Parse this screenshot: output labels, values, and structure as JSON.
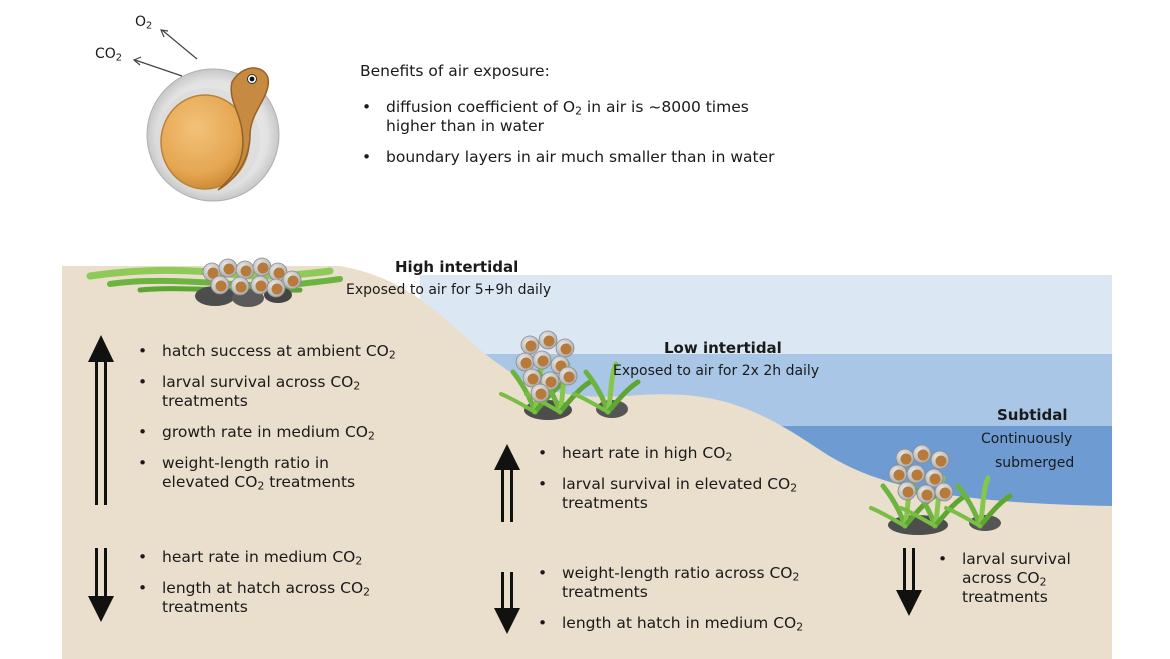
{
  "egg_labels": {
    "o2": "O",
    "o2_sub": "2",
    "co2": "CO",
    "co2_sub": "2"
  },
  "benefits": {
    "heading": "Benefits of air exposure:",
    "items": [
      {
        "lines": [
          {
            "pre": "diffusion coefficient of O",
            "sub": "2",
            "post": " in air is ~8000 times"
          },
          {
            "pre": "higher than in water"
          }
        ]
      },
      {
        "lines": [
          {
            "pre": "boundary layers in air much smaller than in water"
          }
        ]
      }
    ]
  },
  "zones": {
    "high": {
      "title": "High intertidal",
      "subtitle": "Exposed to air for 5+9h daily"
    },
    "low": {
      "title": "Low intertidal",
      "subtitle": "Exposed to air for 2x 2h daily"
    },
    "subtidal": {
      "title": "Subtidal",
      "subtitle_line1": "Continuously",
      "subtitle_line2": "submerged"
    }
  },
  "effects": {
    "high_up": [
      {
        "lines": [
          {
            "pre": "hatch success at ambient CO",
            "sub": "2"
          }
        ]
      },
      {
        "lines": [
          {
            "pre": "larval survival across CO",
            "sub": "2"
          },
          {
            "pre": "treatments"
          }
        ]
      },
      {
        "lines": [
          {
            "pre": "growth rate in medium CO",
            "sub": "2"
          }
        ]
      },
      {
        "lines": [
          {
            "pre": "weight-length ratio in"
          },
          {
            "pre": "elevated CO",
            "sub": "2",
            "post": " treatments"
          }
        ]
      }
    ],
    "high_down": [
      {
        "lines": [
          {
            "pre": "heart rate in medium CO",
            "sub": "2"
          }
        ]
      },
      {
        "lines": [
          {
            "pre": "length at hatch across CO",
            "sub": "2"
          },
          {
            "pre": "treatments"
          }
        ]
      }
    ],
    "low_up": [
      {
        "lines": [
          {
            "pre": "heart rate in high CO",
            "sub": "2"
          }
        ]
      },
      {
        "lines": [
          {
            "pre": "larval survival in elevated CO",
            "sub": "2"
          },
          {
            "pre": "treatments"
          }
        ]
      }
    ],
    "low_down": [
      {
        "lines": [
          {
            "pre": "weight-length ratio across CO",
            "sub": "2"
          },
          {
            "pre": "treatments"
          }
        ]
      },
      {
        "lines": [
          {
            "pre": "length at hatch in medium CO",
            "sub": "2"
          }
        ]
      }
    ],
    "sub_down": [
      {
        "lines": [
          {
            "pre": "larval survival"
          },
          {
            "pre": "across CO",
            "sub": "2"
          },
          {
            "pre": "treatments"
          }
        ]
      }
    ]
  },
  "colors": {
    "sand": "#e9dfcc",
    "water_light": "#dbe7f3",
    "water_mid": "#a9c6e6",
    "water_deep": "#6f9bd3",
    "yolk": "#e5a651",
    "grass": "#7dc044",
    "rock": "#4d4d4d",
    "arrow": "#111111"
  }
}
